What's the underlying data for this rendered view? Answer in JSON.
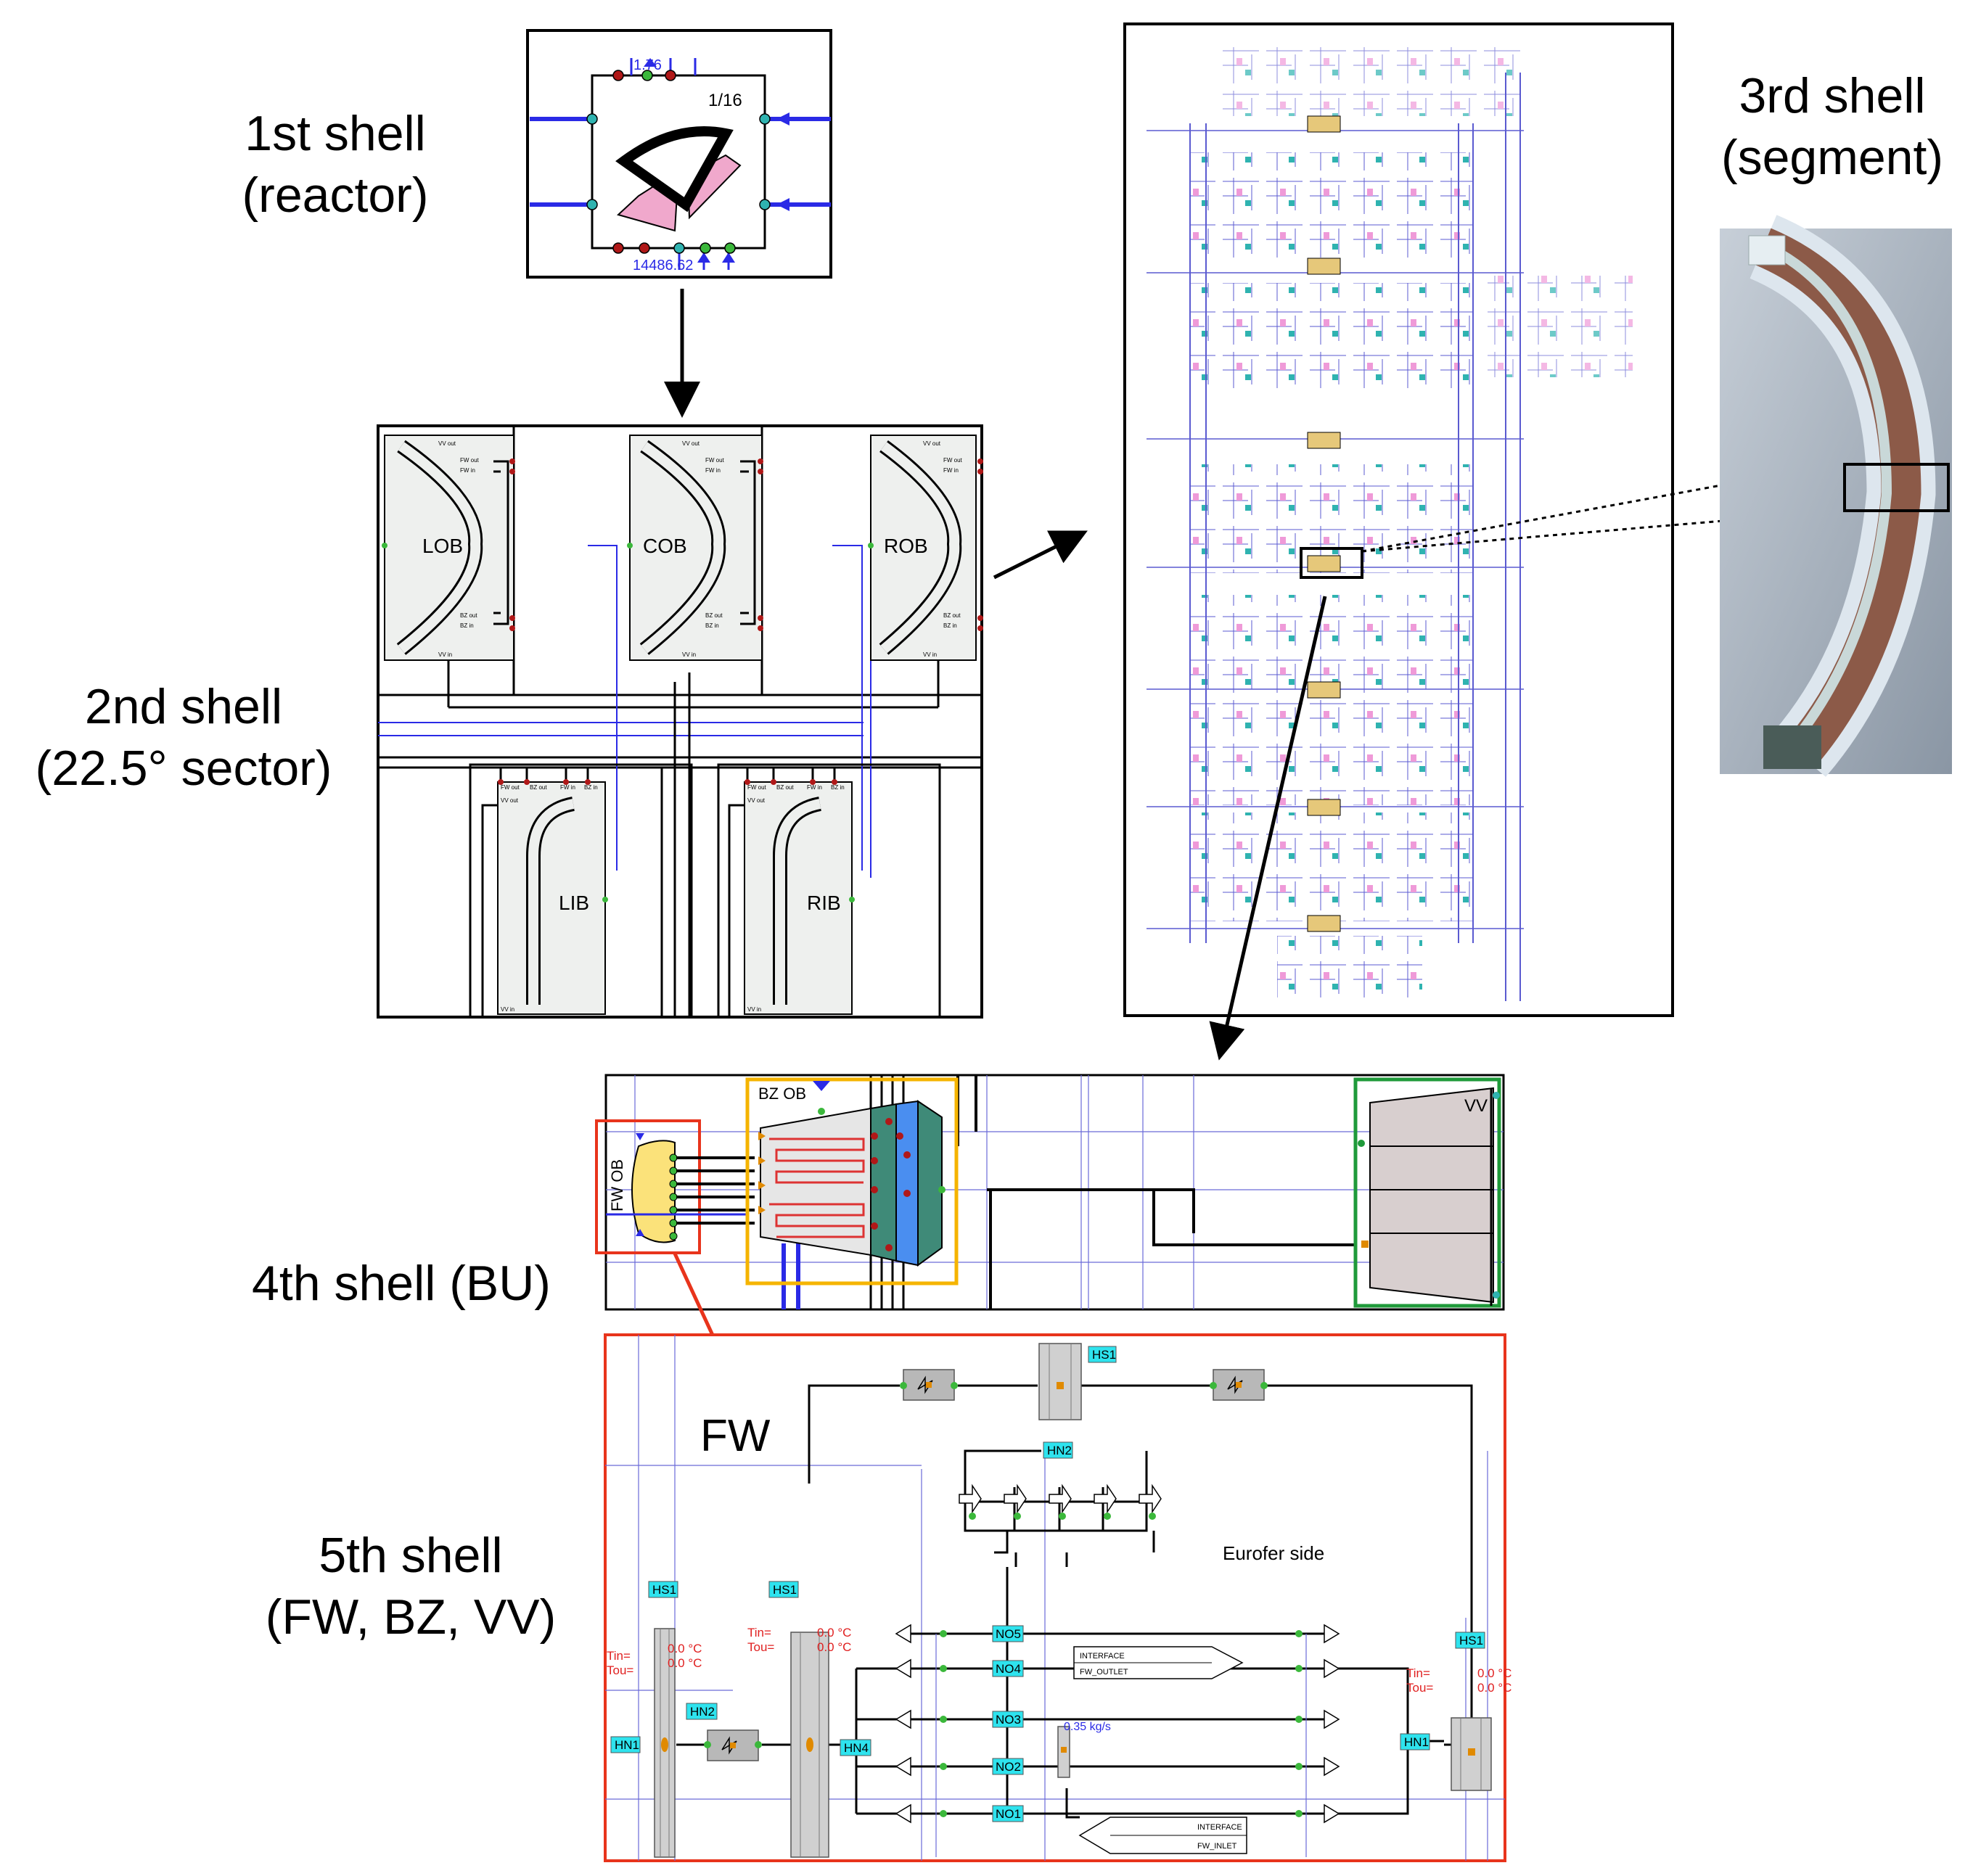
{
  "shells": {
    "first": {
      "line1": "1st shell",
      "line2": "(reactor)"
    },
    "second": {
      "line1": "2nd shell",
      "line2": "(22.5° sector)"
    },
    "third": {
      "line1": "3rd shell",
      "line2": "(segment)"
    },
    "fourth": {
      "line1": "4th shell (BU)"
    },
    "fifth": {
      "line1": "5th shell",
      "line2": "(FW, BZ, VV)"
    }
  },
  "reactor": {
    "fraction": "1/16",
    "top_value": "1.76",
    "bottom_value": "14486.62"
  },
  "sector": {
    "modules": [
      "LOB",
      "COB",
      "ROB",
      "LIB",
      "RIB"
    ],
    "ports": {
      "vv_out": "VV out",
      "fw_out": "FW out",
      "fw_in": "FW in",
      "bz_out": "BZ out",
      "bz_in": "BZ in",
      "vv_in": "VV in"
    }
  },
  "bu": {
    "fw_ob": "FW OB",
    "bz_ob": "BZ OB",
    "vv": "VV"
  },
  "fw": {
    "title": "FW",
    "eurofer_side": "Eurofer side",
    "tags": {
      "hs1": "HS1",
      "hn1": "HN1",
      "hn2": "HN2",
      "hn4": "HN4",
      "no1": "NO1",
      "no2": "NO2",
      "no3": "NO3",
      "no4": "NO4",
      "no5": "NO5"
    },
    "tin": "Tin=",
    "tou": "Tou=",
    "temp": "0.0 °C",
    "flow": "0.35 kg/s",
    "interface": "INTERFACE",
    "fw_outlet": "FW_OUTLET",
    "fw_inlet": "FW_INLET"
  },
  "colors": {
    "line": "#000000",
    "wire": "#2a2ae6",
    "thin_wire": "#6a6ad8",
    "fw_box": "#e8341c",
    "bz_box": "#f5b400",
    "vv_box": "#1f9a3a",
    "fw_fill": "#fbe27a",
    "teal": "#3f8a78",
    "blue_fill": "#4a8ef0",
    "grey_fill": "#d8cfcf",
    "module_fill": "#eef0ee",
    "tag_fill": "#2ee3ee",
    "red_text": "#e02020",
    "port_red": "#b01818",
    "port_green": "#3bb83b"
  }
}
